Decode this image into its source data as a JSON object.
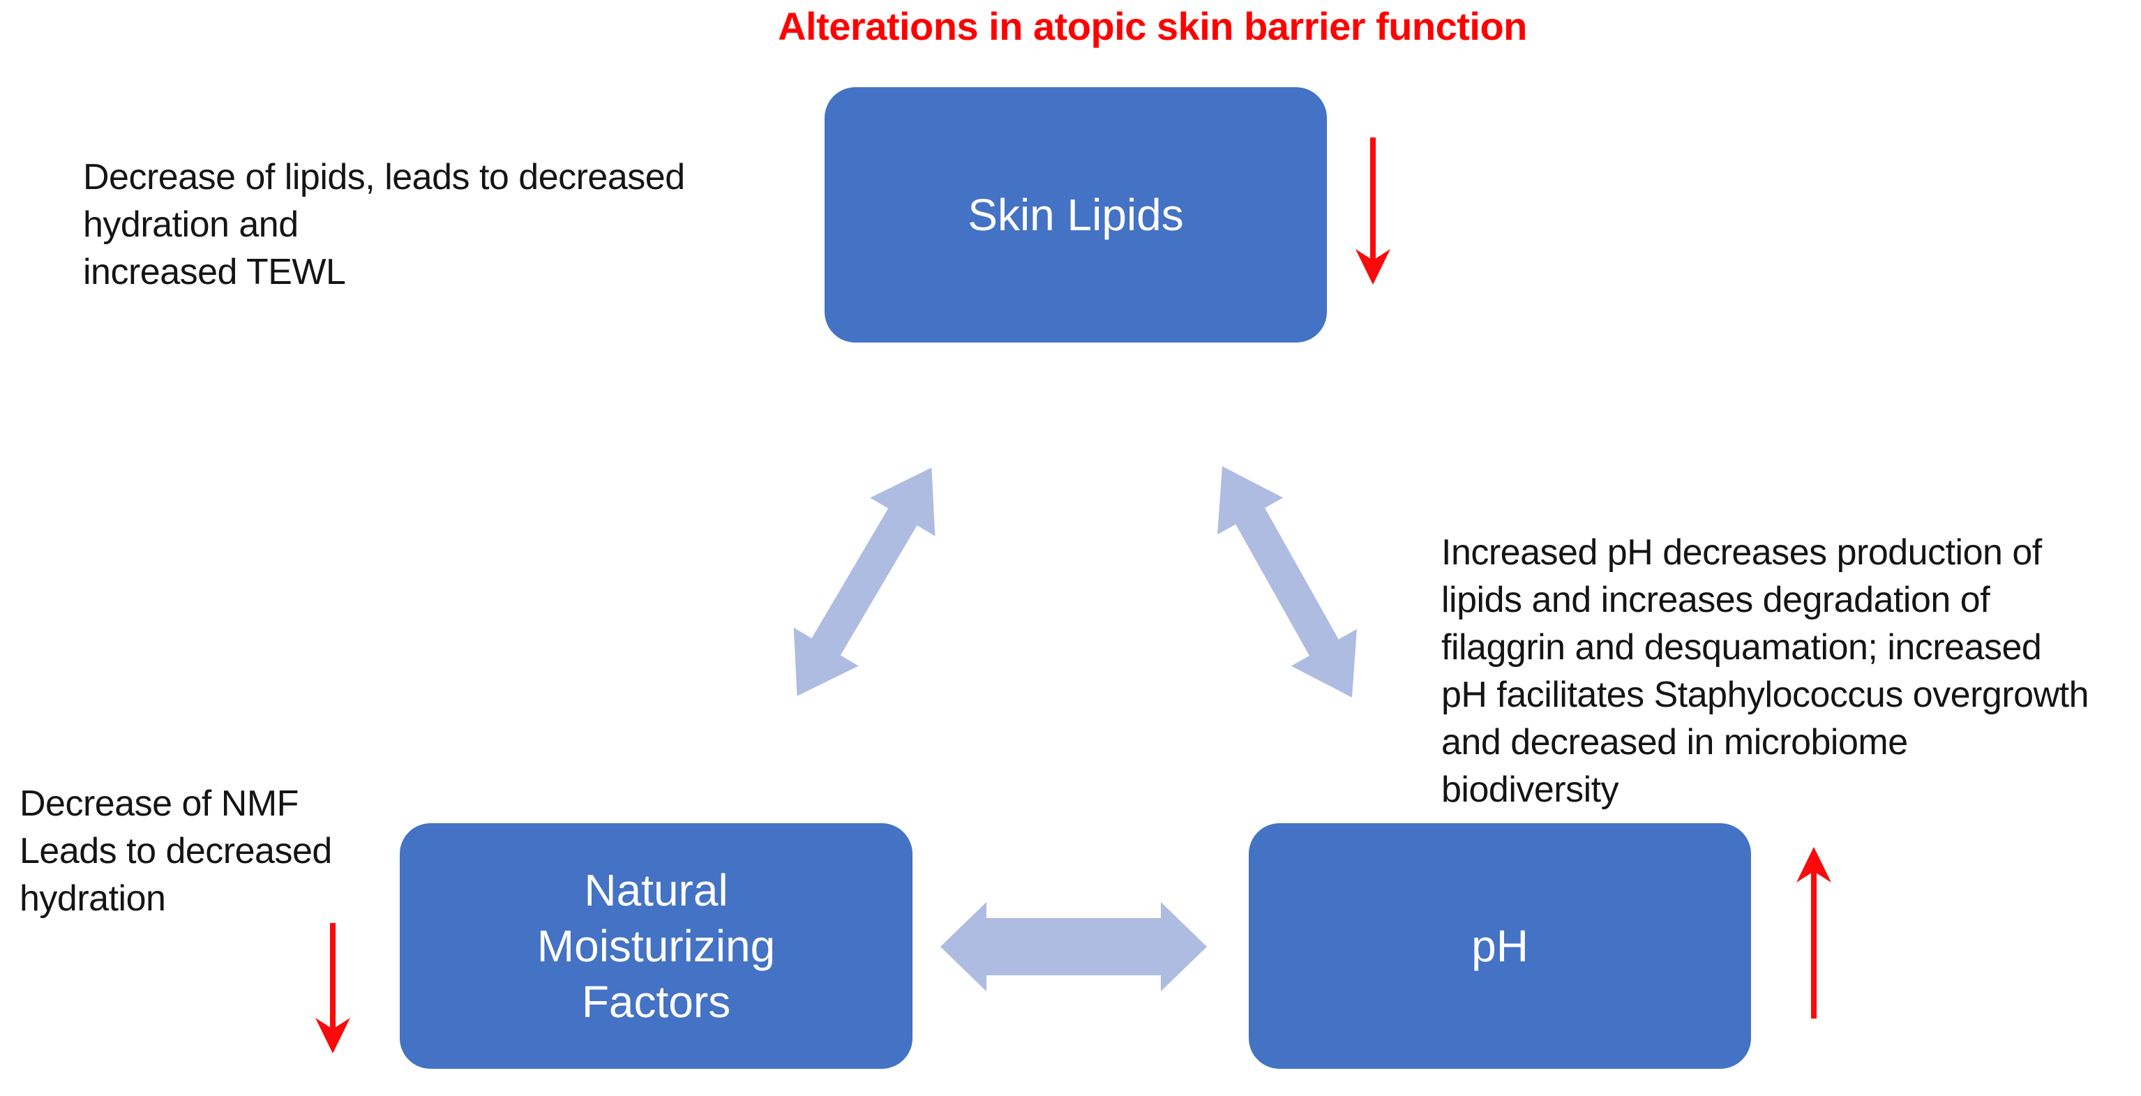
{
  "title": {
    "text": "Alterations in atopic skin barrier function"
  },
  "nodes": {
    "skin_lipids": {
      "label": "Skin Lipids"
    },
    "nmf": {
      "label": "Natural\nMoisturizing\nFactors"
    },
    "ph": {
      "label": "pH"
    }
  },
  "annotations": {
    "lipids_note": "Decrease of lipids, leads to decreased\nhydration and\nincreased TEWL",
    "nmf_note": "Decrease of NMF\nLeads to decreased\nhydration",
    "ph_note": "Increased pH decreases production of\nlipids and increases degradation of\nfilaggrin and desquamation; increased\npH facilitates Staphylococcus overgrowth\nand decreased in microbiome\nbiodiversity"
  },
  "arrows": {
    "skin_lipids_trend": "down",
    "nmf_trend": "down",
    "ph_trend": "up",
    "relationships": [
      {
        "from": "skin_lipids",
        "to": "nmf",
        "type": "bidirectional"
      },
      {
        "from": "skin_lipids",
        "to": "ph",
        "type": "bidirectional"
      },
      {
        "from": "nmf",
        "to": "ph",
        "type": "bidirectional"
      }
    ]
  },
  "colors": {
    "title_red": "#fe0000",
    "arrow_red": "#fa0a0a",
    "node_blue": "#4472c4",
    "node_text": "#ffffff",
    "link_blue": "#aebce2",
    "text_black": "#141414",
    "background": "#ffffff"
  }
}
